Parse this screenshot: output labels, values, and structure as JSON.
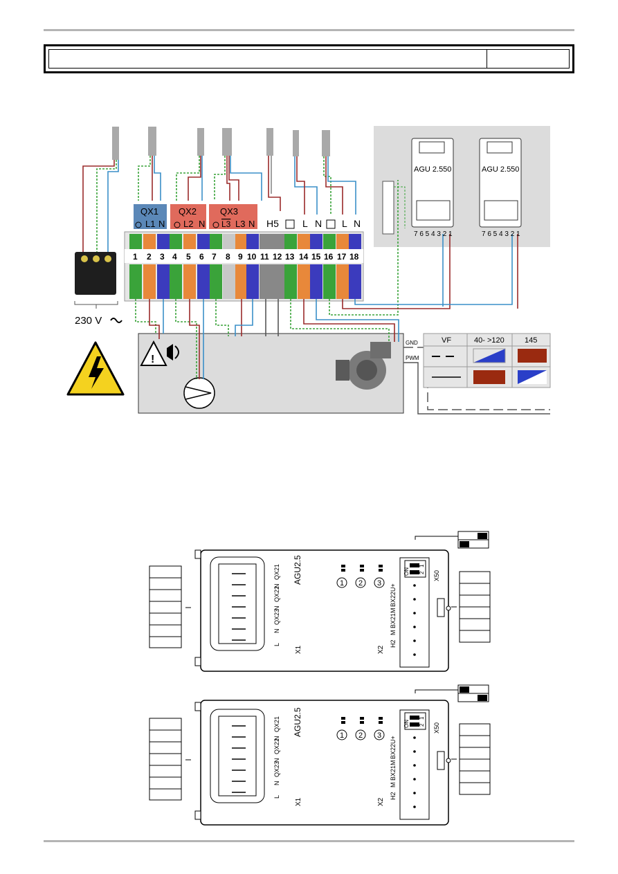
{
  "header": {
    "title": "",
    "page": ""
  },
  "terminals": {
    "qx1": "QX1",
    "qx2": "QX2",
    "qx3": "QX3",
    "l1": "L1",
    "l2": "L2",
    "l3": "L3",
    "l3b": "L3",
    "n": "N",
    "h5": "H5",
    "l": "L",
    "nums": [
      "1",
      "2",
      "3",
      "4",
      "5",
      "6",
      "7",
      "8",
      "9",
      "10",
      "11",
      "12",
      "13",
      "14",
      "15",
      "16",
      "17",
      "18"
    ]
  },
  "supply_label": "230 V",
  "modules": [
    {
      "label": "AGU 2.550",
      "pins": "7 6 5 4 3 2 1"
    },
    {
      "label": "AGU 2.550",
      "pins": "7 6 5 4 3 2 1"
    }
  ],
  "signals": {
    "gnd": "GND",
    "pwm": "PWM"
  },
  "legend": {
    "headers": [
      "VF",
      "40- >120",
      "145"
    ]
  },
  "boards": [
    {
      "name": "AGU2.5",
      "x1": "X1",
      "x2": "X2",
      "x50": "X50",
      "on": "ON",
      "left_labels": [
        "QX21",
        "N",
        "QX22",
        "N",
        "QX23",
        "N",
        "L"
      ],
      "right_labels": [
        "U+",
        "BX22",
        "M",
        "BX21",
        "M",
        "H2"
      ],
      "sw": [
        "1",
        "2",
        "3"
      ],
      "dip": [
        "1",
        "2"
      ]
    },
    {
      "name": "AGU2.5",
      "x1": "X1",
      "x2": "X2",
      "x50": "X50",
      "on": "ON",
      "left_labels": [
        "QX21",
        "N",
        "QX22",
        "N",
        "QX23",
        "N",
        "L"
      ],
      "right_labels": [
        "U+",
        "BX22",
        "M",
        "BX21",
        "M",
        "H2"
      ],
      "sw": [
        "1",
        "2",
        "3"
      ],
      "dip": [
        "1",
        "2"
      ]
    }
  ]
}
